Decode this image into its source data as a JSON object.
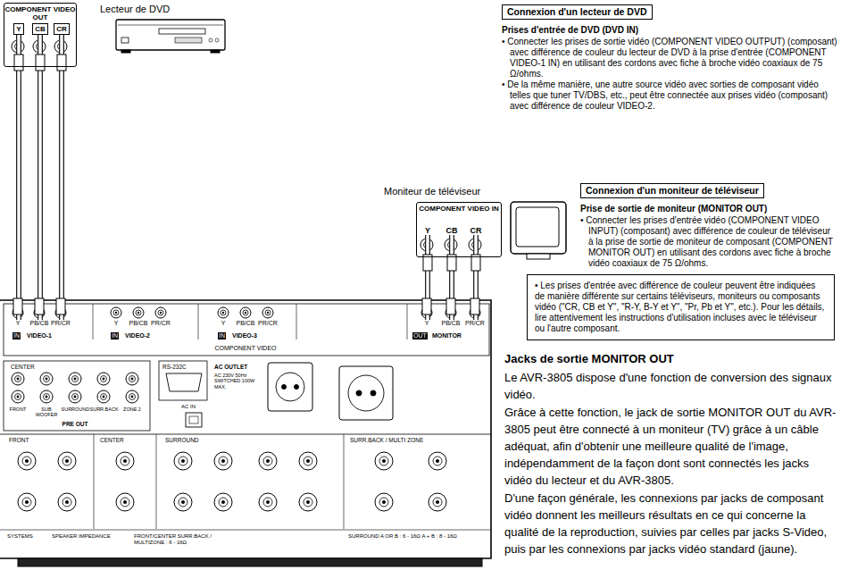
{
  "diagram": {
    "nodes": [
      {
        "text": [
          "COMPONENT VIDEO OUT"
        ]
      },
      {
        "text": [
          "Y"
        ],
        "in": 0
      },
      {
        "text": [
          "CB"
        ],
        "in": 0
      },
      {
        "text": [
          "CR"
        ],
        "in": 0
      },
      {
        "text": [
          "Connexion d'un lecteur de DVD"
        ]
      },
      {
        "text": [
          "COMPONENT VIDEO IN"
        ]
      },
      {
        "text": [
          "Y"
        ],
        "in": 5
      },
      {
        "text": [
          "CB"
        ],
        "in": 5
      },
      {
        "text": [
          "CR"
        ],
        "in": 5
      },
      {
        "text": [
          "Connexion d'un moniteur de téléviseur"
        ]
      },
      {
        "text": [
          "• Les prises d'entrée avec différence de couleur peuvent être indiquées de manière différente sur certains téléviseurs, moniteurs ou composants vidéo (\"CR, CB et Y\", \"R-Y, B-Y et Y\", \"Pr, Pb et Y\", etc.). Pour les détails, lire attentivement les instructions d'utilisation incluses avec le téléviseur ou l'autre composant."
        ]
      },
      {
        "text": [
          "Y"
        ]
      },
      {
        "text": [
          "PB/CB"
        ]
      },
      {
        "text": [
          "PR/CR"
        ]
      },
      {
        "text": [
          "Y"
        ]
      },
      {
        "text": [
          "PB/CB"
        ]
      },
      {
        "text": [
          "PR/CR"
        ]
      }
    ],
    "edges": [
      {
        "from": 1,
        "to": 11,
        "arrow": "none"
      },
      {
        "from": 2,
        "to": 12,
        "arrow": "none"
      },
      {
        "from": 3,
        "to": 13,
        "arrow": "none"
      },
      {
        "from": 6,
        "to": 14,
        "arrow": "none"
      },
      {
        "from": 7,
        "to": 15,
        "arrow": "none"
      },
      {
        "from": 8,
        "to": 16,
        "arrow": "none"
      }
    ],
    "labels": [
      "Lecteur de DVD",
      "Prises d'entrée de DVD (DVD IN)",
      "• Connecter les prises de sortie vidéo (COMPONENT VIDEO OUTPUT) (composant) avec différence de couleur du lecteur de DVD à la prise d'entrée (COMPONENT VIDEO-1 IN) en utilisant des cordons avec fiche à broche vidéo coaxiaux de 75 Ω/ohms.",
      "• De la même manière, une autre source vidéo avec sorties de composant vidéo telles que tuner TV/DBS, etc., peut être connectée aux prises vidéo (composant) avec différence de couleur VIDEO-2.",
      "Moniteur de téléviseur",
      "Prise de sortie de moniteur (MONITOR OUT)",
      "• Connecter les prises d'entrée vidéo (COMPONENT VIDEO INPUT) (composant) avec différence de couleur de téléviseur à la prise de sortie de moniteur de composant (COMPONENT MONITOR OUT) en utilisant des cordons avec fiche à broche vidéo coaxiaux de 75 Ω/ohms.",
      "Jacks de sortie MONITOR OUT",
      "Le AVR-3805 dispose d'une fonction de conversion des signaux vidéo.",
      "Grâce à cette fonction, le jack de sortie MONITOR OUT du AVR-3805 peut être connecté à un moniteur (TV) grâce à un câble adéquat, afin d'obtenir une meilleure qualité de l'image, indépendamment de la façon dont sont connectés les jacks vidéo du lecteur et du AVR-3805.",
      "D'une façon générale, les connexions par jacks de composant vidéo donnent les meilleurs résultats en ce qui concerne la qualité de la reproduction, suivies par celles par jacks S-Video, puis par les connexions par jacks vidéo standard (jaune).",
      "Y",
      "PB/CB",
      "PR/CR",
      "Y",
      "PB/CB",
      "PR/CR",
      "IN",
      "VIDEO-1",
      "IN",
      "VIDEO-2",
      "IN",
      "VIDEO-3",
      "OUT",
      "MONITOR",
      "COMPONENT VIDEO",
      "CENTER",
      "FRONT",
      "SUB WOOFER",
      "SURROUND",
      "SURR.BACK",
      "ZONE 2",
      "PRE OUT",
      "RS-232C",
      "AC OUTLET",
      "AC 230V 50Hz SWITCHED 100W MAX.",
      "AC IN",
      "FRONT",
      "CENTER",
      "SURROUND",
      "SURR.BACK / MULTI ZONE",
      "SYSTEMS",
      "SPEAKER IMPEDANCE",
      "FRONT/CENTER SURR.BACK / MULTIZONE : 6 - 16Ω",
      "SURROUND A OR B : 6 - 16Ω A + B : 8 - 16Ω"
    ]
  }
}
